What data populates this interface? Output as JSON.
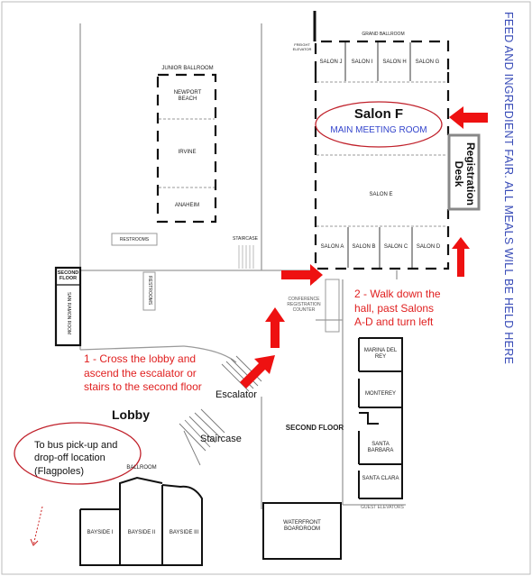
{
  "banner": "FEED AND INGREDIENT FAIR. ALL MEALS WILL BE HELD HERE",
  "rooms": {
    "grand_ballroom": "GRAND BALLROOM",
    "freight_elevator": "FREIGHT ELEVATOR",
    "salon_j": "SALON J",
    "salon_i": "SALON I",
    "salon_h": "SALON H",
    "salon_g": "SALON G",
    "salon_e": "SALON E",
    "salon_a": "SALON A",
    "salon_b": "SALON B",
    "salon_c": "SALON C",
    "salon_d": "SALON D",
    "junior_ballroom": "JUNIOR BALLROOM",
    "newport_beach": "NEWPORT BEACH",
    "irvine": "IRVINE",
    "anaheim": "ANAHEIM",
    "restrooms_1": "RESTROOMS",
    "restrooms_2": "RESTROOMS",
    "staircase_small": "STAIRCASE",
    "conference_registration": "CONFERENCE REGISTRATION COUNTER",
    "second_floor_small": "SECOND FLOOR",
    "san_ramon": "SAN RAMON ROOM",
    "marina_del_rey": "MARINA DEL REY",
    "monterey": "MONTEREY",
    "santa_barbara": "SANTA BARBARA",
    "santa_clara": "SANTA CLARA",
    "guest_elevators": "GUEST ELEVATORS",
    "waterfront_boardroom": "WATERFRONT BOARDROOM",
    "second_floor_big": "SECOND FLOOR",
    "ballroom": "BALLROOM",
    "bayside_1": "BAYSIDE I",
    "bayside_2": "BAYSIDE II",
    "bayside_3": "BAYSIDE III"
  },
  "salon_f": {
    "title": "Salon F",
    "subtitle": "MAIN MEETING ROOM"
  },
  "registration_desk": "Registration Desk",
  "instructions": {
    "step1_line1": "1 - Cross the lobby and",
    "step1_line2": "ascend the escalator or",
    "step1_line3": "stairs to the second floor",
    "step2_line1": "2 - Walk down the",
    "step2_line2": "hall, past Salons",
    "step2_line3": "A-D and turn left"
  },
  "labels": {
    "lobby": "Lobby",
    "escalator": "Escalator",
    "staircase": "Staircase",
    "bus_line1": "To bus pick-up and",
    "bus_line2": "drop-off location",
    "bus_line3": "(Flagpoles)"
  },
  "colors": {
    "arrow": "#ee1111",
    "ellipse": "#c0202a",
    "subtitle": "#3344cc",
    "banner": "#3a4db8"
  }
}
